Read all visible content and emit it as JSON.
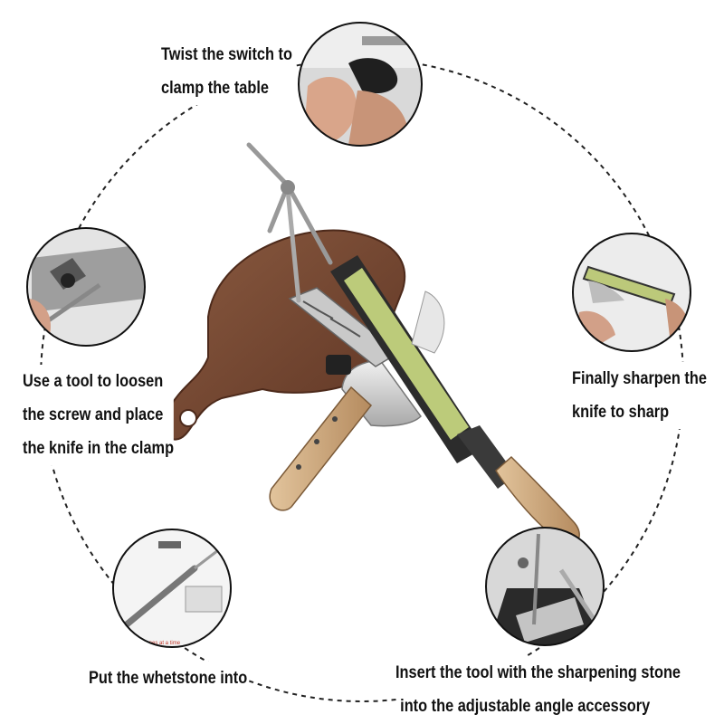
{
  "steps": [
    {
      "lines": [
        "Twist the switch to",
        "clamp the table"
      ]
    },
    {
      "lines": [
        "Use a tool to loosen",
        "the screw and place",
        "the knife in the clamp"
      ]
    },
    {
      "lines": [
        "Finally sharpen the",
        "knife to sharp"
      ]
    },
    {
      "lines": [
        "Put the whetstone into"
      ]
    },
    {
      "lines": [
        "Insert the tool with the sharpening stone",
        "into the adjustable angle accessory"
      ]
    }
  ],
  "inset_text": "instones at a time",
  "colors": {
    "board": "#7a4a32",
    "handle": "#c9a27a",
    "stone": "#b9c47a",
    "metal": "#b8b8b8",
    "dashes": "#222222"
  }
}
